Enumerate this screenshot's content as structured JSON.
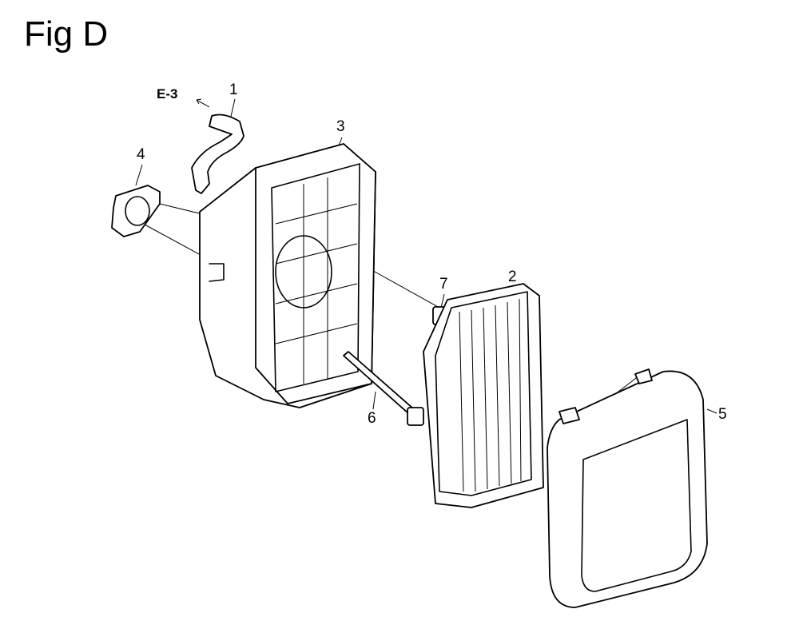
{
  "figure": {
    "title": "Fig D",
    "reference": "E-3",
    "callouts": {
      "hose": "1",
      "filter": "2",
      "case": "3",
      "gasket": "4",
      "cover": "5",
      "bolt": "6",
      "screw": "7"
    }
  }
}
